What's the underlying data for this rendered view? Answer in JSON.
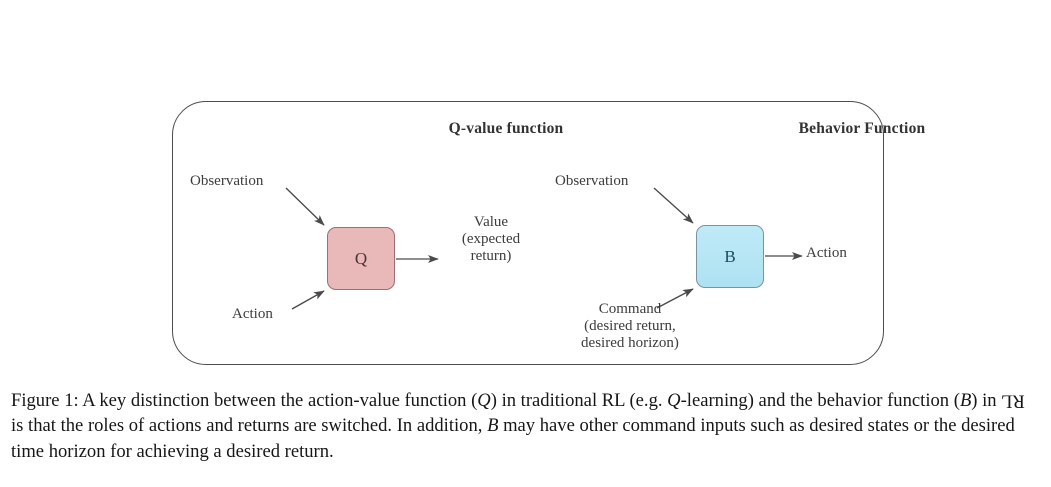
{
  "figure": {
    "panel": {
      "headings": [
        {
          "id": "q-value-function",
          "text": "Q-value function"
        },
        {
          "id": "behavior-function",
          "text": "Behavior Function"
        }
      ],
      "boxes": [
        {
          "id": "q-box",
          "label": "Q",
          "fill": "#e9b8b8",
          "stroke": "#9c6f71"
        },
        {
          "id": "b-box",
          "label": "B",
          "fill": "#b5e6f4",
          "stroke": "#7a93a1"
        }
      ],
      "labels": {
        "observation_left": "Observation",
        "action_left": "Action",
        "value_output": [
          "Value",
          "(expected",
          "return)"
        ],
        "observation_right": "Observation",
        "command": [
          "Command",
          "(desired return,",
          "desired horizon)"
        ],
        "action_right": "Action"
      },
      "arrows": [
        {
          "id": "obs-to-q",
          "from": "Observation",
          "to": "Q"
        },
        {
          "id": "action-to-q",
          "from": "Action",
          "to": "Q"
        },
        {
          "id": "q-to-value",
          "from": "Q",
          "to": "Value (expected return)"
        },
        {
          "id": "obs-to-b",
          "from": "Observation",
          "to": "B"
        },
        {
          "id": "command-to-b",
          "from": "Command",
          "to": "B"
        },
        {
          "id": "b-to-action",
          "from": "B",
          "to": "Action"
        }
      ]
    }
  },
  "caption": {
    "label": "Figure 1:",
    "part1": " A key distinction between the action-value function (",
    "var_q1": "Q",
    "part2": ") in traditional RL (e.g. ",
    "var_q2": "Q",
    "part3": "-learning) and the behavior function (",
    "var_b1": "B",
    "part4": ") in ",
    "udrl_symbol": "RL",
    "part5": " is that the roles of actions and returns are switched. In addition, ",
    "var_b2": "B",
    "part6": " may have other command inputs such as desired states or the desired time horizon for achieving a desired return.",
    "full_text": "Figure 1: A key distinction between the action-value function (Q) in traditional RL (e.g. Q-learning) and the behavior function (B) in ᴚL is that the roles of actions and returns are switched. In addition, B may have other command inputs such as desired states or the desired time horizon for achieving a desired return."
  },
  "colors": {
    "page_background": "#ffffff",
    "panel_border": "#4d4d4d",
    "arrow": "#4a4a4a",
    "text": "#3c3c3c",
    "caption_text": "#161616"
  }
}
